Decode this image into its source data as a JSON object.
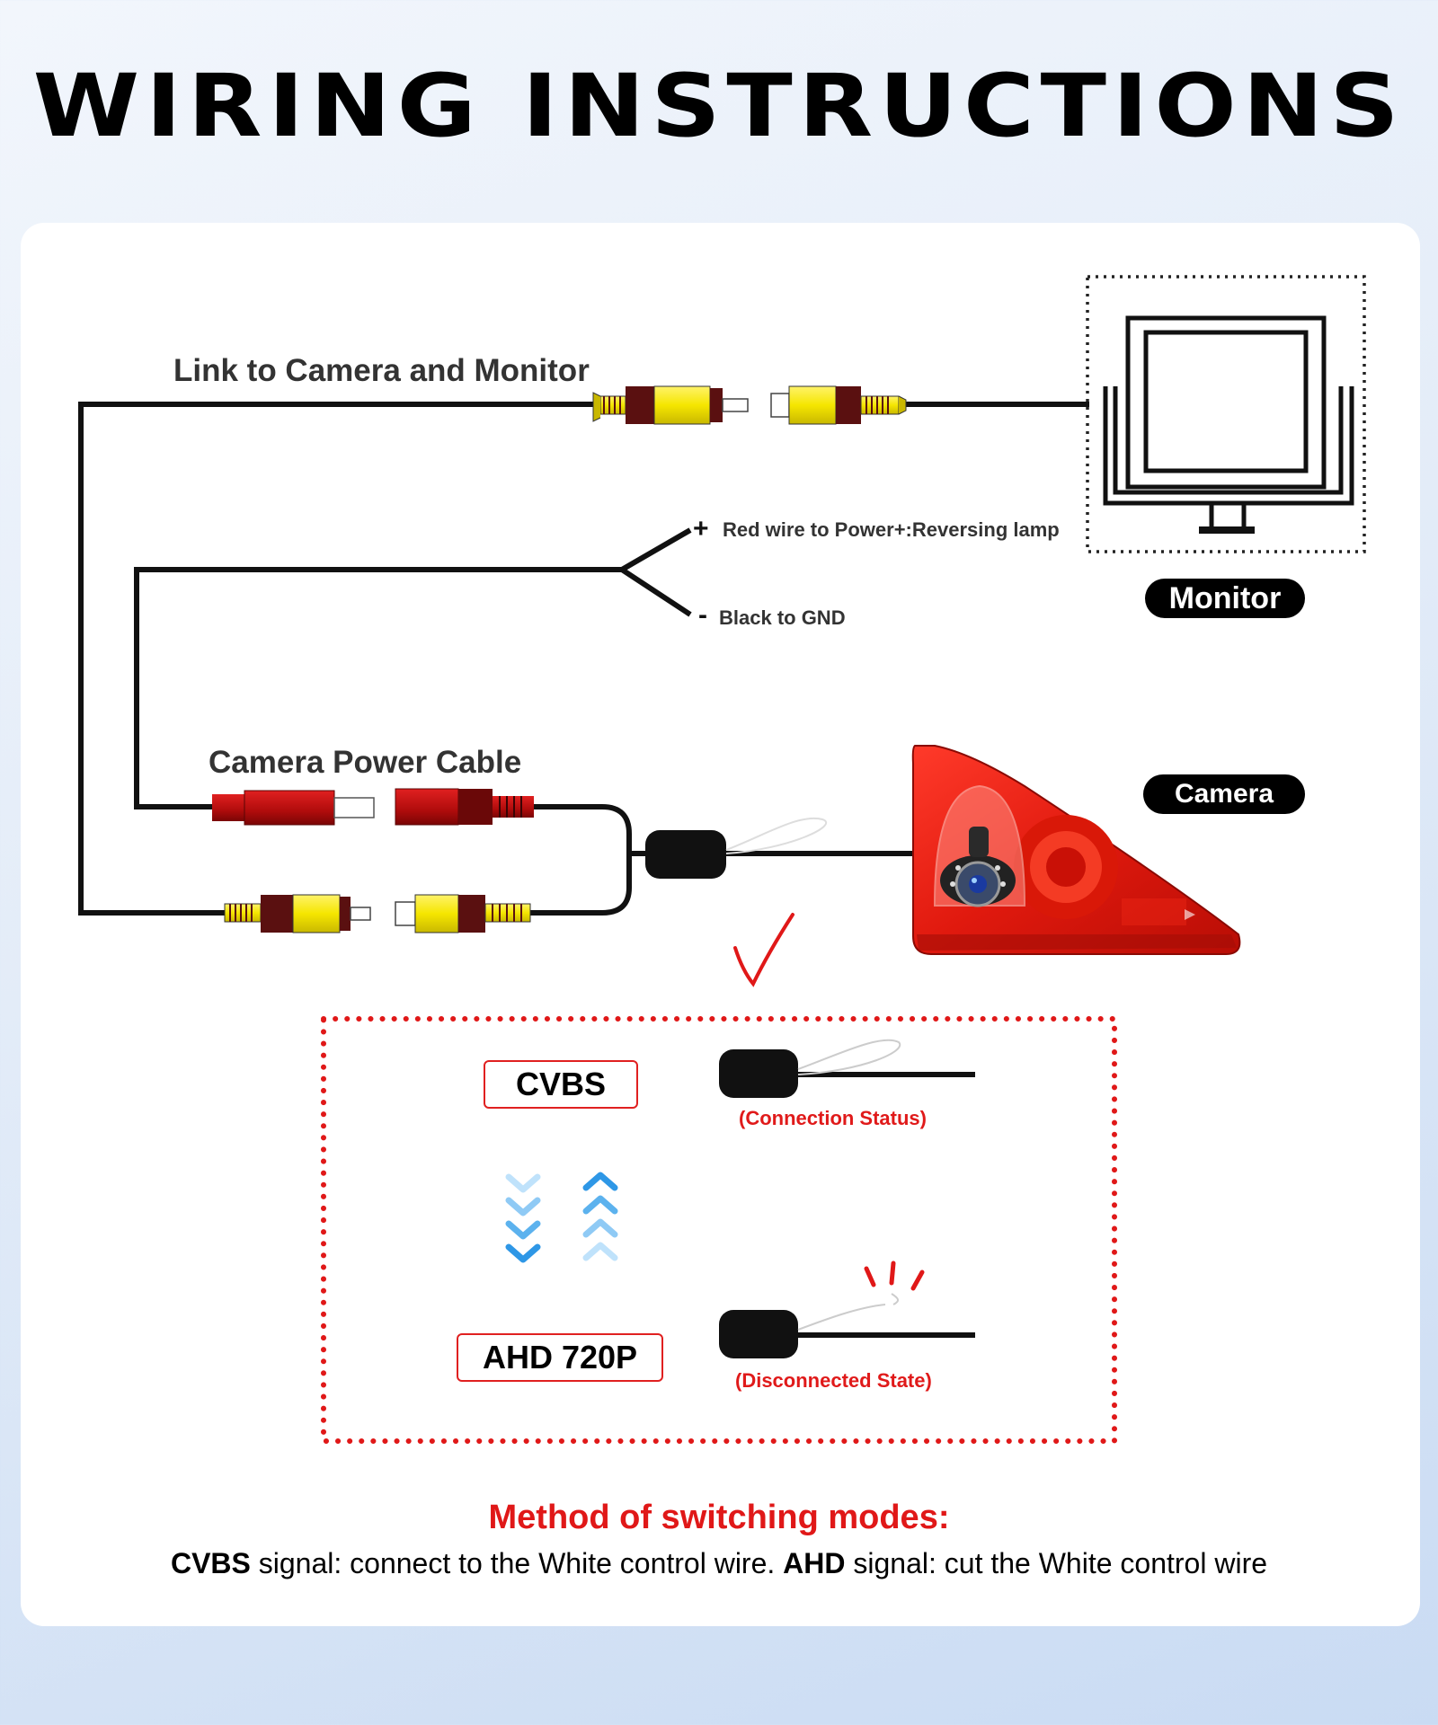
{
  "title": "WIRING INSTRUCTIONS",
  "labels": {
    "link": "Link to Camera and Monitor",
    "red_wire": "Red wire to Power+:Reversing lamp",
    "black_wire": "Black to GND",
    "power_cable": "Camera Power Cable"
  },
  "badges": {
    "monitor": "Monitor",
    "camera": "Camera"
  },
  "modes": {
    "cvbs": "CVBS",
    "ahd": "AHD 720P",
    "connected": "(Connection Status)",
    "disconnected": "(Disconnected State)"
  },
  "method": {
    "title": "Method of switching modes:",
    "cvbs_word": "CVBS",
    "cvbs_text": " signal: connect to the White control wire. ",
    "ahd_word": "AHD",
    "ahd_text": " signal: cut the White control wire"
  },
  "colors": {
    "accent_red": "#e01818",
    "rca_yellow": "#f5e600",
    "rca_band": "#5a1010",
    "power_red": "#c41010",
    "arrow_blue": "#3aa0e8"
  },
  "icons": [
    "monitor-icon",
    "camera-icon",
    "checkmark-icon",
    "down-arrows-icon",
    "up-arrows-icon",
    "cut-mark-icon"
  ]
}
